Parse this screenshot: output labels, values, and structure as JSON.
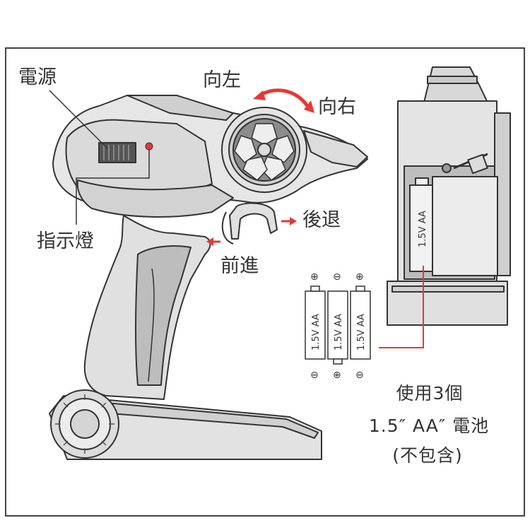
{
  "labels": {
    "power": "電源",
    "indicator": "指示燈",
    "left": "向左",
    "right": "向右",
    "reverse": "後退",
    "forward": "前進"
  },
  "batteries": {
    "items": [
      {
        "text": "1.5V AA",
        "top_symbol": "⊕",
        "bottom_symbol": "⊖"
      },
      {
        "text": "1.5V AA",
        "top_symbol": "⊖",
        "bottom_symbol": "⊕"
      },
      {
        "text": "1.5V AA",
        "top_symbol": "⊕",
        "bottom_symbol": "⊖"
      }
    ],
    "compartment_text": "1.5V AA"
  },
  "caption": {
    "line1": "使用3個",
    "line2": "1.5″ AA″ 電池",
    "line3": "(不包含)"
  },
  "colors": {
    "accent_red": "#e53935",
    "line": "#333333",
    "body_fill": "#e6e6e6",
    "dark_fill": "#9e9e9e"
  }
}
